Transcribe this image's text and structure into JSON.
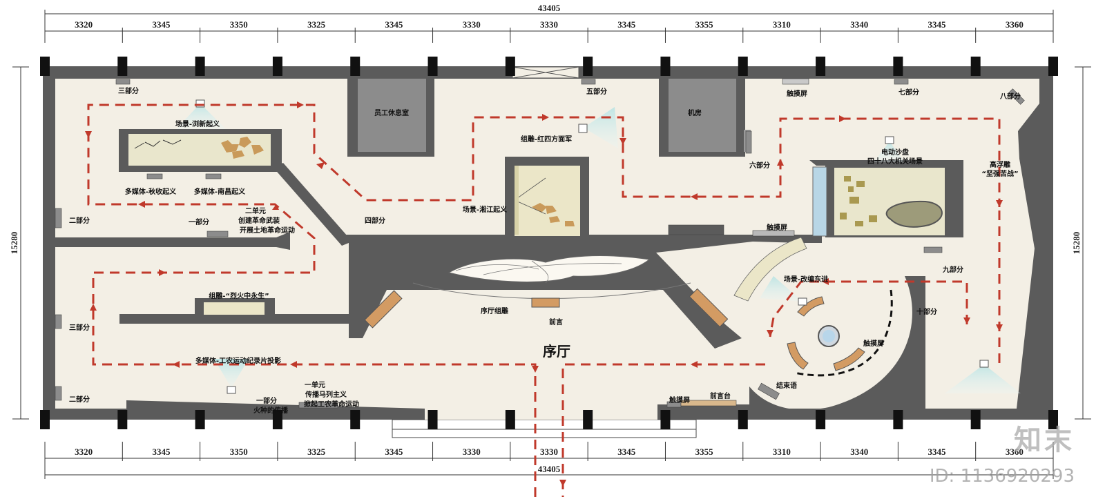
{
  "dimensions": {
    "total": "43405",
    "height": "15280",
    "top_segments": [
      "3320",
      "3345",
      "3350",
      "3325",
      "3345",
      "3330",
      "3330",
      "3345",
      "3355",
      "3310",
      "3340",
      "3345",
      "3360"
    ],
    "bottom_segments": [
      "3320",
      "3345",
      "3350",
      "3325",
      "3345",
      "3330",
      "3330",
      "3345",
      "3355",
      "3310",
      "3340",
      "3345",
      "3360"
    ]
  },
  "rooms": {
    "staff_room": "员工休息室",
    "machine_room": "机房",
    "foyer": "序厅"
  },
  "labels": {
    "part3_top": "三部分",
    "part5": "五部分",
    "touch_top": "触摸屏",
    "part7": "七部分",
    "part8": "八部分",
    "scene_liuyang": "场景-浏新起义",
    "sculpture_red4": "组雕-红四方面军",
    "part6": "六部分",
    "sandbox": "电动沙盘",
    "sandbox2": "四十八大机关场景",
    "relief": "高浮雕",
    "relief2": "“坚强苦战”",
    "mm_qiushou": "多媒体-秋收起义",
    "mm_nanchang": "多媒体-南昌起义",
    "part2_left": "二部分",
    "part1_left": "一部分",
    "unit2": "二单元",
    "unit2_l1": "创建革命武装",
    "unit2_l2": "开展土地革命运动",
    "part4": "四部分",
    "scene_xiangjiang": "场景-湘江起义",
    "touch_mid": "触摸屏",
    "part9": "九部分",
    "scene_gaibian": "场景-改编东进",
    "sculpture_fire": "组雕-“烈火中永生”",
    "foyer_sculpture": "序厅组雕",
    "preface": "前言",
    "part10": "十部分",
    "touch_circle": "触摸屏",
    "part3_left": "三部分",
    "mm_workers": "多媒体-工农运动纪录片投影",
    "unit1": "一单元",
    "unit1_l1": "传播马列主义",
    "unit1_l2": "掀起工农革命运动",
    "part1_bottom": "一部分",
    "fire_spread": "火种的传播",
    "part2_bottom": "二部分",
    "touch_bottom": "触摸屏",
    "preface_desk": "前言台",
    "ending": "结束语"
  },
  "watermark": {
    "brand": "知末",
    "id": "ID: 1136920293"
  },
  "colors": {
    "wall": "#5b5b5b",
    "floor": "#f3efe5",
    "room": "#8c8c8c",
    "path": "#c0392b",
    "exhibit": "#ebe6c8",
    "wood": "#d39b63"
  }
}
